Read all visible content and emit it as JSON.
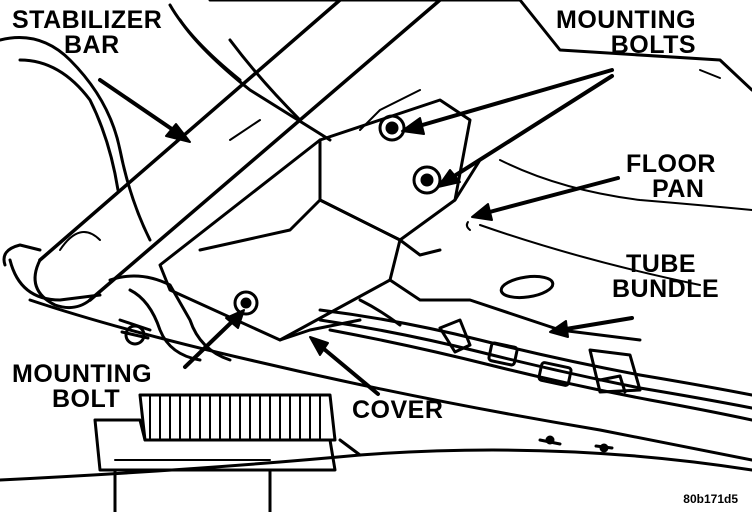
{
  "labels": {
    "stabilizer_bar": {
      "line1": "STABILIZER",
      "line2": "BAR"
    },
    "mounting_bolts": {
      "line1": "MOUNTING",
      "line2": "BOLTS"
    },
    "floor_pan": {
      "line1": "FLOOR",
      "line2": "PAN"
    },
    "tube_bundle": {
      "line1": "TUBE",
      "line2": "BUNDLE"
    },
    "mounting_bolt": {
      "line1": "MOUNTING",
      "line2": "BOLT"
    },
    "cover": "COVER"
  },
  "figure_code": "80b171d5",
  "colors": {
    "ink": "#000000",
    "paper": "#ffffff"
  }
}
